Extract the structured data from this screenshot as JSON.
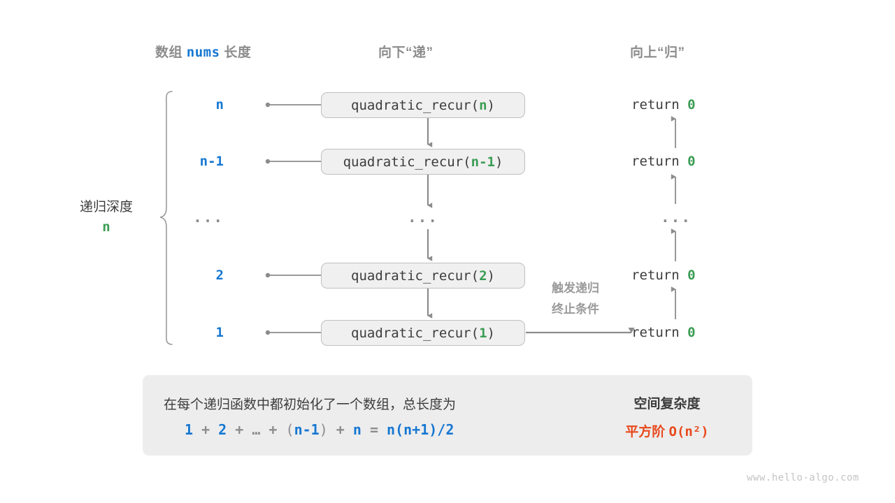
{
  "headers": {
    "array_length": {
      "prefix": "数组 ",
      "mono": "nums",
      "suffix": " 长度"
    },
    "down": "向下“递”",
    "up": "向上“归”"
  },
  "depth": {
    "label": "递归深度",
    "value": "n"
  },
  "rows": [
    {
      "length": "n",
      "call_prefix": "quadratic_recur(",
      "call_arg": "n",
      "call_suffix": ")",
      "ret_text": "return ",
      "ret_value": "0"
    },
    {
      "length": "n-1",
      "call_prefix": "quadratic_recur(",
      "call_arg": "n-1",
      "call_suffix": ")",
      "ret_text": "return ",
      "ret_value": "0"
    },
    {
      "length": "...",
      "call_prefix": "...",
      "call_arg": "",
      "call_suffix": "",
      "ret_text": "...",
      "ret_value": ""
    },
    {
      "length": "2",
      "call_prefix": "quadratic_recur(",
      "call_arg": "2",
      "call_suffix": ")",
      "ret_text": "return ",
      "ret_value": "0"
    },
    {
      "length": "1",
      "call_prefix": "quadratic_recur(",
      "call_arg": "1",
      "call_suffix": ")",
      "ret_text": "return ",
      "ret_value": "0"
    }
  ],
  "note": {
    "line1": "触发递归",
    "line2": "终止条件"
  },
  "summary": {
    "text": "在每个递归函数中都初始化了一个数组，总长度为",
    "formula": {
      "t1": "1",
      "op1": " + ",
      "t2": "2",
      "op2": " + ",
      "t3": "…",
      "op3": " + ",
      "lp": "(",
      "t4": "n-1",
      "rp": ")",
      "op4": " + ",
      "t5": "n",
      "eq": " = ",
      "t6": "n(n+1)/2"
    },
    "arrow_icon": "right-block-arrow",
    "right_title": "空间复杂度",
    "right_value_prefix": "平方阶 ",
    "right_value_mono": "O(n²)"
  },
  "watermark": "www.hello-algo.com",
  "colors": {
    "blue": "#1677d2",
    "green": "#3a9c53",
    "orange": "#e8491d",
    "gray_text": "#8c8c8c",
    "dark_text": "#3c3c3c",
    "box_fill": "#f0f0f0",
    "box_border": "#bfbfbf",
    "panel_fill": "#ededed",
    "line": "#8c8c8c"
  }
}
